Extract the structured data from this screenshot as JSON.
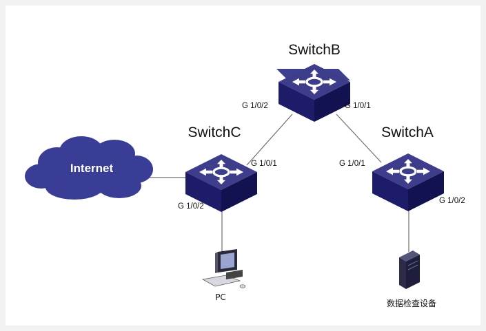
{
  "diagram": {
    "switches": [
      {
        "id": "switchB",
        "label": "SwitchB"
      },
      {
        "id": "switchC",
        "label": "SwitchC"
      },
      {
        "id": "switchA",
        "label": "SwitchA"
      }
    ],
    "ports": {
      "b_left": "G 1/0/2",
      "b_right": "G 1/0/1",
      "c_right": "G 1/0/1",
      "c_down": "G 1/0/2",
      "a_left": "G 1/0/1",
      "a_down": "G 1/0/2"
    },
    "cloud": {
      "label": "Internet"
    },
    "pc": {
      "label": "PC"
    },
    "server": {
      "label": "数据检查设备"
    }
  },
  "colors": {
    "switch_top": "#3f3f8f",
    "switch_front": "#1c1c68",
    "switch_side": "#121250",
    "cloud": "#3a3d96",
    "link": "#6f6f6f"
  }
}
